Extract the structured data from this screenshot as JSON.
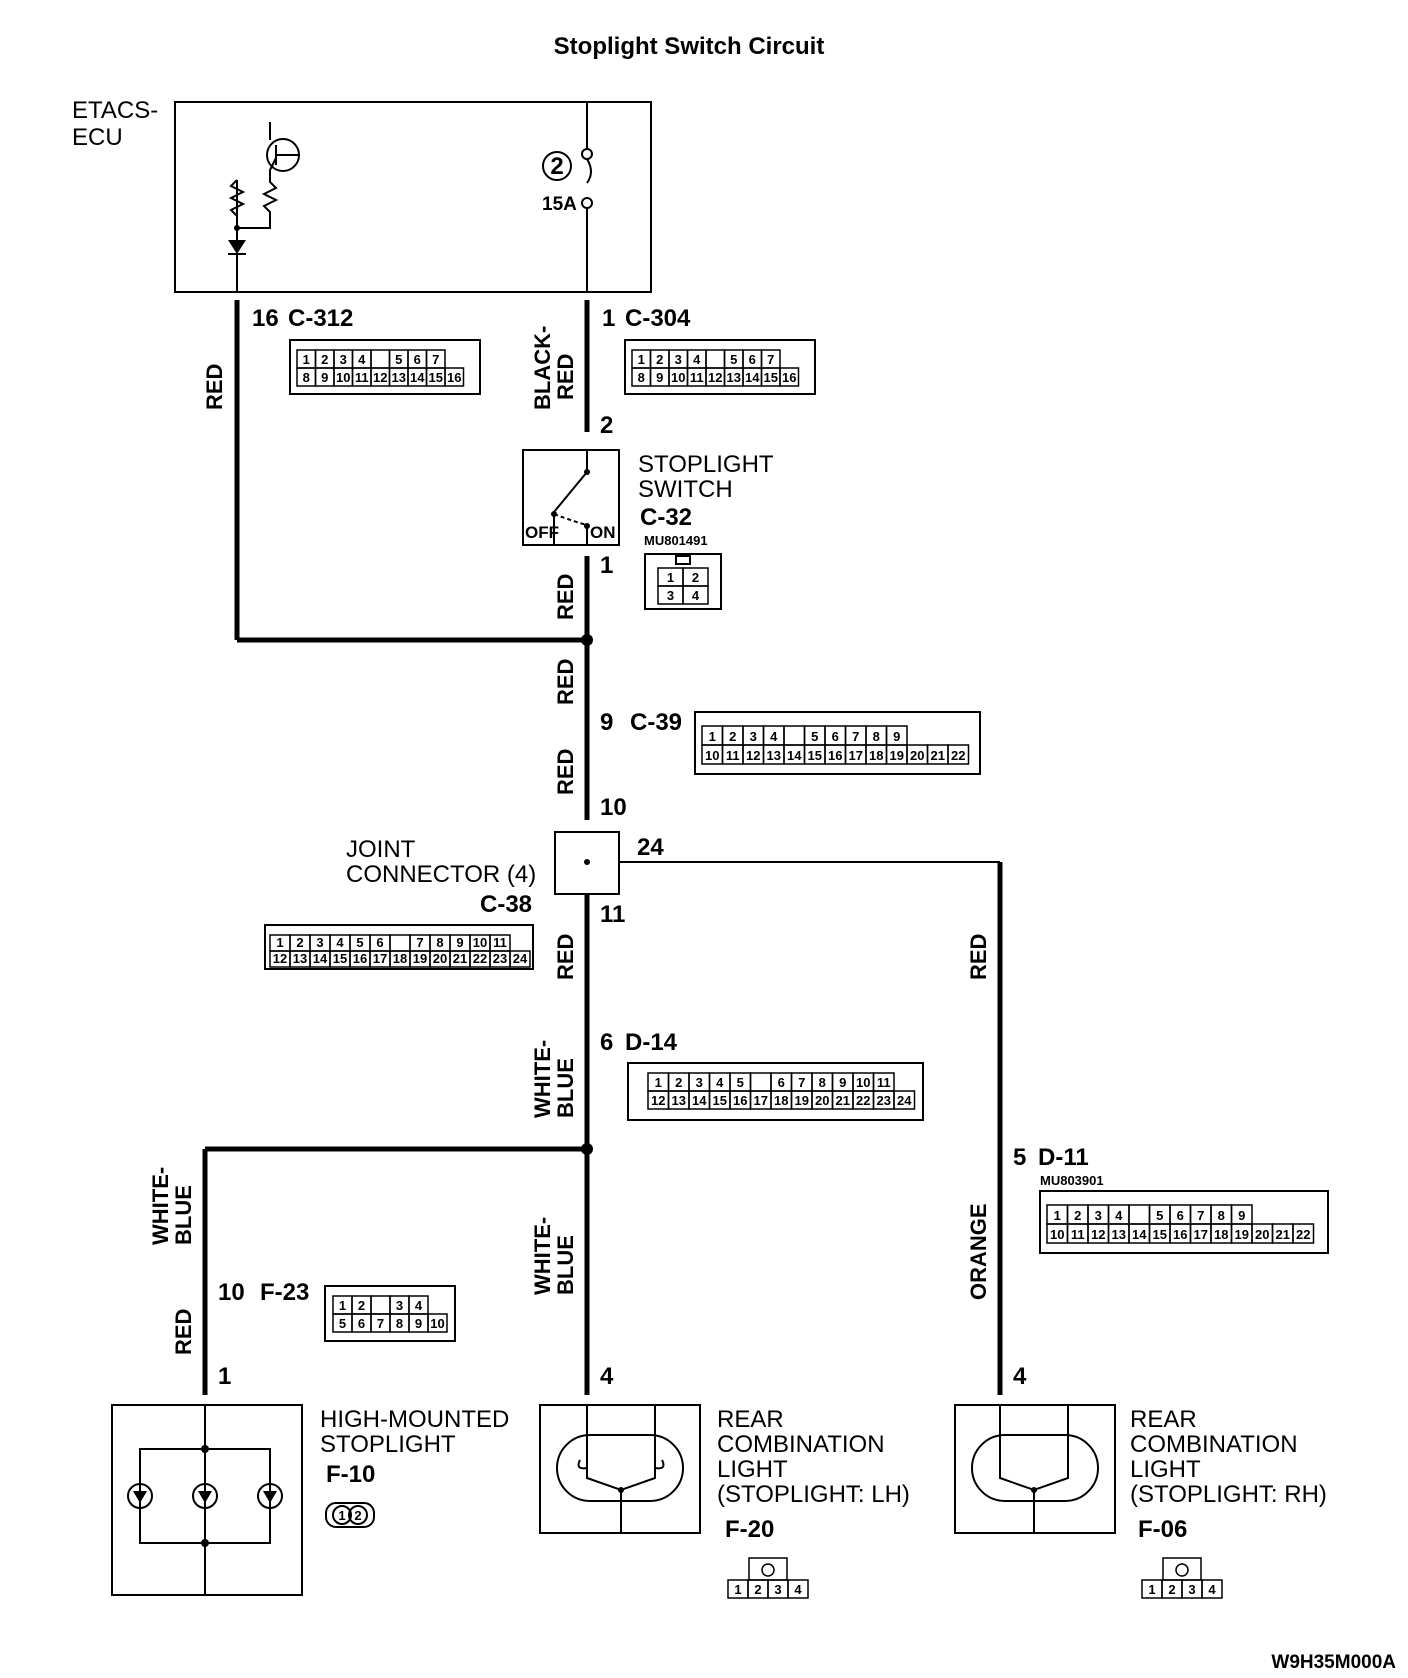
{
  "title": "Stoplight Switch Circuit",
  "footer_code": "W9H35M000A",
  "etacs": {
    "name_line1": "ETACS-",
    "name_line2": "ECU",
    "fuse_number": "2",
    "fuse_rating": "15A"
  },
  "connectors": {
    "c312": {
      "pin": "16",
      "id": "C-312",
      "rows": [
        [
          "1",
          "2",
          "3",
          "4",
          "",
          "5",
          "6",
          "7"
        ],
        [
          "8",
          "9",
          "10",
          "11",
          "12",
          "13",
          "14",
          "15",
          "16"
        ]
      ]
    },
    "c304": {
      "pin": "1",
      "id": "C-304",
      "rows": [
        [
          "1",
          "2",
          "3",
          "4",
          "",
          "5",
          "6",
          "7"
        ],
        [
          "8",
          "9",
          "10",
          "11",
          "12",
          "13",
          "14",
          "15",
          "16"
        ]
      ]
    },
    "c39": {
      "pin_in": "9",
      "id": "C-39",
      "rows": [
        [
          "1",
          "2",
          "3",
          "4",
          "",
          "5",
          "6",
          "7",
          "8",
          "9"
        ],
        [
          "10",
          "11",
          "12",
          "13",
          "14",
          "15",
          "16",
          "17",
          "18",
          "19",
          "20",
          "21",
          "22"
        ]
      ]
    },
    "d14": {
      "pin": "6",
      "id": "D-14",
      "rows": [
        [
          "1",
          "2",
          "3",
          "4",
          "5",
          "",
          "6",
          "7",
          "8",
          "9",
          "10",
          "11"
        ],
        [
          "12",
          "13",
          "14",
          "15",
          "16",
          "17",
          "18",
          "19",
          "20",
          "21",
          "22",
          "23",
          "24"
        ]
      ]
    },
    "d11": {
      "pin": "5",
      "id": "D-11",
      "part": "MU803901",
      "rows": [
        [
          "1",
          "2",
          "3",
          "4",
          "",
          "5",
          "6",
          "7",
          "8",
          "9"
        ],
        [
          "10",
          "11",
          "12",
          "13",
          "14",
          "15",
          "16",
          "17",
          "18",
          "19",
          "20",
          "21",
          "22"
        ]
      ]
    },
    "f23": {
      "pin": "10",
      "id": "F-23",
      "rows": [
        [
          "1",
          "2",
          "",
          "3",
          "4"
        ],
        [
          "5",
          "6",
          "7",
          "8",
          "9",
          "10"
        ]
      ]
    },
    "c38": {
      "id": "C-38",
      "rows": [
        [
          "1",
          "2",
          "3",
          "4",
          "5",
          "6",
          "",
          "7",
          "8",
          "9",
          "10",
          "11"
        ],
        [
          "12",
          "13",
          "14",
          "15",
          "16",
          "17",
          "18",
          "19",
          "20",
          "21",
          "22",
          "23",
          "24"
        ]
      ]
    }
  },
  "stoplight_switch": {
    "name_line1": "STOPLIGHT",
    "name_line2": "SWITCH",
    "id": "C-32",
    "part": "MU801491",
    "pin_top": "2",
    "pin_bottom": "1",
    "off_label": "OFF",
    "on_label": "ON",
    "cells": [
      "1",
      "2",
      "3",
      "4"
    ]
  },
  "joint_connector": {
    "name_line1": "JOINT",
    "name_line2": "CONNECTOR (4)",
    "pin_top": "10",
    "pin_right": "24",
    "pin_bottom": "11"
  },
  "high_mounted": {
    "name_line1": "HIGH-MOUNTED",
    "name_line2": "STOPLIGHT",
    "id": "F-10",
    "pin": "1",
    "cells": [
      "1",
      "2"
    ]
  },
  "rear_lh": {
    "name_line1": "REAR",
    "name_line2": "COMBINATION",
    "name_line3": "LIGHT",
    "name_line4": "(STOPLIGHT: LH)",
    "id": "F-20",
    "pin": "4",
    "cells": [
      "1",
      "2",
      "3",
      "4"
    ]
  },
  "rear_rh": {
    "name_line1": "REAR",
    "name_line2": "COMBINATION",
    "name_line3": "LIGHT",
    "name_line4": "(STOPLIGHT: RH)",
    "id": "F-06",
    "pin": "4",
    "cells": [
      "1",
      "2",
      "3",
      "4"
    ]
  },
  "wires": {
    "red_left": "RED",
    "black_red_1": "BLACK-",
    "black_red_2": "RED",
    "red_c32_below": "RED",
    "red_c39_above": "RED",
    "red_c39_below": "RED",
    "red_c38_below": "RED",
    "red_right": "RED",
    "white_blue_d14_1": "WHITE-",
    "white_blue_d14_2": "BLUE",
    "white_blue_left_1": "WHITE-",
    "white_blue_left_2": "BLUE",
    "white_blue_center_1": "WHITE-",
    "white_blue_center_2": "BLUE",
    "red_f23_below": "RED",
    "orange": "ORANGE"
  }
}
